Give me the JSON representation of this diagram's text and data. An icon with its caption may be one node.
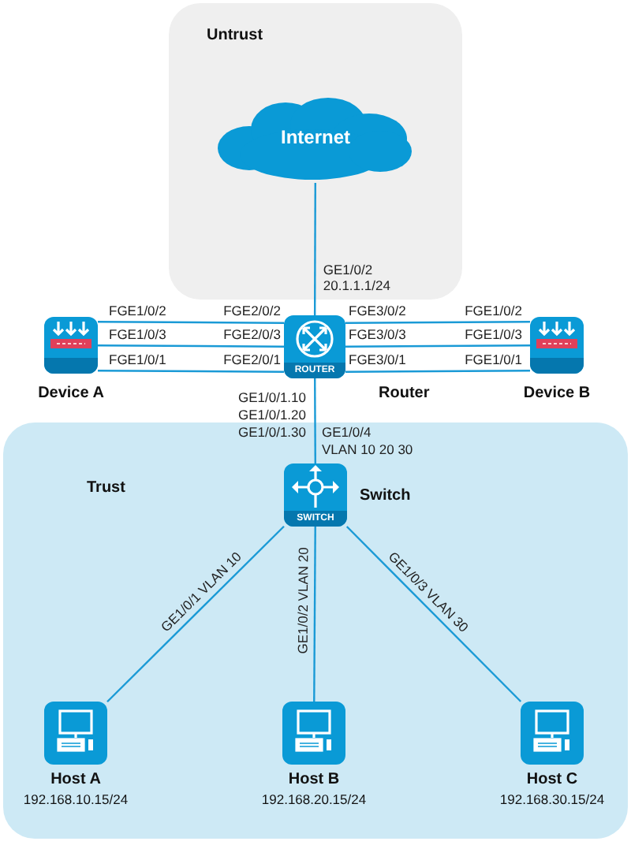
{
  "diagram": {
    "nodes": [
      {
        "text": [
          "Untrust"
        ]
      },
      {
        "text": [
          "Internet"
        ],
        "in": 0
      },
      {
        "text": [
          "ROUTER"
        ],
        "beside": [
          "Router"
        ]
      },
      {
        "text": [],
        "shape": "box",
        "beside": [
          "Device A"
        ]
      },
      {
        "text": [],
        "shape": "box",
        "beside": [
          "Device B"
        ]
      },
      {
        "text": [
          "Trust"
        ]
      },
      {
        "text": [
          "SWITCH"
        ],
        "beside": [
          "Switch"
        ],
        "in": 5
      },
      {
        "text": [],
        "shape": "box",
        "beside": [
          "Host A",
          "192.168.10.15/24"
        ],
        "in": 5
      },
      {
        "text": [],
        "shape": "box",
        "beside": [
          "Host B",
          "192.168.20.15/24"
        ],
        "in": 5
      },
      {
        "text": [],
        "shape": "box",
        "beside": [
          "Host C",
          "192.168.30.15/24"
        ],
        "in": 5
      }
    ],
    "edges": [
      {
        "from": 1,
        "to": 2,
        "arrow": "none",
        "label": "GE1/0/2 20.1.1.1/24"
      },
      {
        "from": 3,
        "to": 2,
        "arrow": "none"
      },
      {
        "from": 3,
        "to": 2,
        "arrow": "none"
      },
      {
        "from": 3,
        "to": 2,
        "arrow": "none"
      },
      {
        "from": 2,
        "to": 4,
        "arrow": "none"
      },
      {
        "from": 2,
        "to": 4,
        "arrow": "none"
      },
      {
        "from": 2,
        "to": 4,
        "arrow": "none"
      },
      {
        "from": 2,
        "to": 6,
        "arrow": "none"
      },
      {
        "from": 6,
        "to": 7,
        "arrow": "none",
        "label": "GE1/0/1 VLAN 10"
      },
      {
        "from": 6,
        "to": 8,
        "arrow": "none",
        "label": "GE1/0/2 VLAN 20"
      },
      {
        "from": 6,
        "to": 9,
        "arrow": "none",
        "label": "GE1/0/3 VLAN 30"
      }
    ],
    "labels": [
      "FGE1/0/2",
      "FGE2/0/2",
      "FGE3/0/2",
      "FGE1/0/2",
      "FGE1/0/3",
      "FGE2/0/3",
      "FGE3/0/3",
      "FGE1/0/3",
      "FGE1/0/1",
      "FGE2/0/1",
      "FGE3/0/1",
      "FGE1/0/1",
      "GE1/0/1.10",
      "GE1/0/1.20",
      "GE1/0/1.30",
      "GE1/0/4",
      "VLAN 10 20 30"
    ]
  }
}
